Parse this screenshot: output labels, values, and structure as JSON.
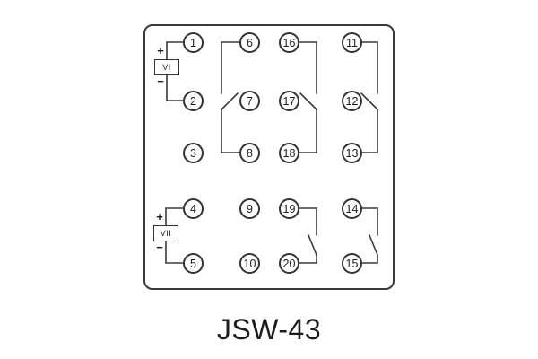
{
  "title": "JSW-43",
  "panel": {
    "coil1": {
      "label": "VI",
      "plus": "+",
      "minus": "−"
    },
    "coil2": {
      "label": "VII",
      "plus": "+",
      "minus": "−"
    },
    "terminals": {
      "t1": "1",
      "t2": "2",
      "t3": "3",
      "t4": "4",
      "t5": "5",
      "t6": "6",
      "t7": "7",
      "t8": "8",
      "t9": "9",
      "t10": "10",
      "t11": "11",
      "t12": "12",
      "t13": "13",
      "t14": "14",
      "t15": "15",
      "t16": "16",
      "t17": "17",
      "t18": "18",
      "t19": "19",
      "t20": "20"
    },
    "colors": {
      "line": "#3a3a3a",
      "text": "#1c1c1c",
      "background": "#ffffff"
    }
  }
}
